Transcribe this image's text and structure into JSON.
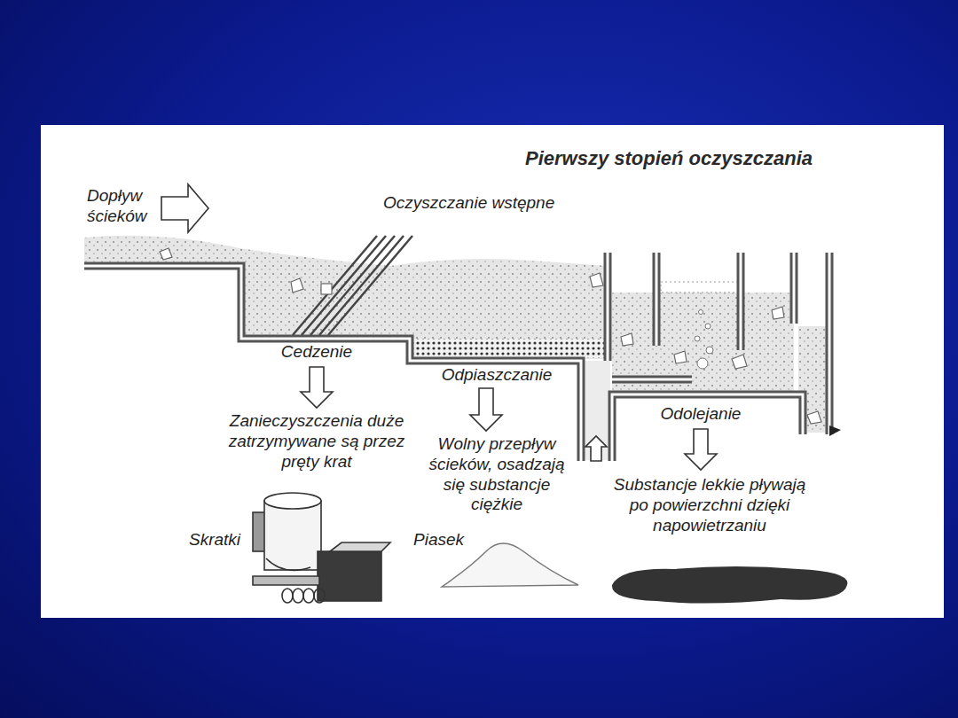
{
  "diagram": {
    "title": "Pierwszy stopień oczyszczania",
    "labels": [
      "Dopływ ścieków",
      "Oczyszczanie wstępne",
      "Cedzenie",
      "Zanieczyszczenia duże zatrzymywane są przez pręty krat",
      "Odpiaszczanie",
      "Wolny przepływ ścieków, osadzają się substancje ciężkie",
      "Odolejanie",
      "Substancje lekkie pływają po powierzchni dzięki napowietrzaniu",
      "Skratki",
      "Piasek"
    ]
  }
}
